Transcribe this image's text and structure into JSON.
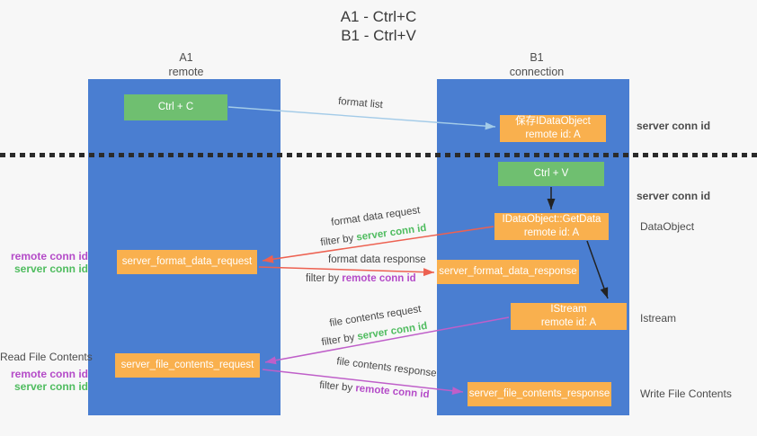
{
  "title": {
    "line1": "A1 - Ctrl+C",
    "line2": "B1 - Ctrl+V"
  },
  "colors": {
    "blue": "#4a7ed1",
    "green": "#6fbf70",
    "orange": "#f9b04e",
    "green_text": "#4fbc5f",
    "purple_text": "#b44bc8",
    "red_arrow": "#ed6151",
    "purple_arrow": "#bf5fc9",
    "lightblue_arrow": "#a3cbe8",
    "black_arrow": "#222222"
  },
  "lifelines": {
    "a1": {
      "name": "A1",
      "role": "remote"
    },
    "b1": {
      "name": "B1",
      "role": "connection"
    }
  },
  "nodes": {
    "ctrl_c": "Ctrl + C",
    "ctrl_v": "Ctrl + V",
    "save_idataobject": {
      "line1": "保存IDataObject",
      "line2": "remote id: A"
    },
    "getdata": {
      "line1": "IDataObject::GetData",
      "line2": "remote id: A"
    },
    "istream": {
      "line1": "IStream",
      "line2": "remote id: A"
    },
    "format_request": "server_format_data_request",
    "format_response": "server_format_data_response",
    "file_request": "server_file_contents_request",
    "file_response": "server_file_contents_response"
  },
  "edge_labels": {
    "format_list": "format list",
    "format_data_request": "format data request",
    "format_data_response": "format data response",
    "file_contents_request": "file contents request",
    "file_contents_response": "file contents response",
    "filter_by": "filter by",
    "server_conn_id": "server conn id",
    "remote_conn_id": "remote conn id"
  },
  "side_labels": {
    "server_conn_id_top": "server conn id",
    "server_conn_id_mid": "server conn id",
    "dataobject": "DataObject",
    "istream": "Istream",
    "read_file_contents": "Read File Contents",
    "write_file_contents": "Write File Contents",
    "remote_conn_id": "remote conn id",
    "server_conn_id": "server conn id"
  }
}
